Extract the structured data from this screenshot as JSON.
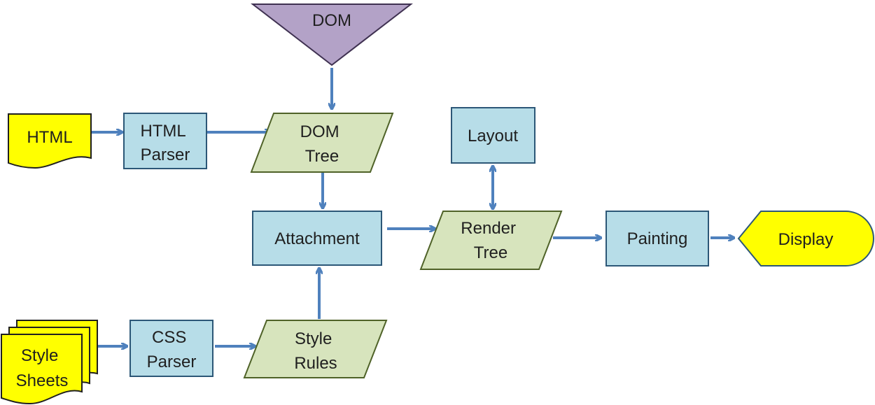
{
  "nodes": {
    "dom": {
      "lines": [
        "DOM"
      ],
      "shape": "inverted-triangle",
      "fill": "#b3a2c7"
    },
    "html": {
      "lines": [
        "HTML"
      ],
      "shape": "document",
      "fill": "#ffff00"
    },
    "html_parser": {
      "lines": [
        "HTML",
        "Parser"
      ],
      "shape": "rectangle",
      "fill": "#b7dde8"
    },
    "dom_tree": {
      "lines": [
        "DOM",
        "Tree"
      ],
      "shape": "parallelogram",
      "fill": "#d7e4bd"
    },
    "layout": {
      "lines": [
        "Layout"
      ],
      "shape": "rectangle",
      "fill": "#b7dde8"
    },
    "attachment": {
      "lines": [
        "Attachment"
      ],
      "shape": "rectangle",
      "fill": "#b7dde8"
    },
    "render_tree": {
      "lines": [
        "Render",
        "Tree"
      ],
      "shape": "parallelogram",
      "fill": "#d7e4bd"
    },
    "painting": {
      "lines": [
        "Painting"
      ],
      "shape": "rectangle",
      "fill": "#b7dde8"
    },
    "display": {
      "lines": [
        "Display"
      ],
      "shape": "display",
      "fill": "#ffff00"
    },
    "style_sheets": {
      "lines": [
        "Style",
        "Sheets"
      ],
      "shape": "multi-document",
      "fill": "#ffff00"
    },
    "css_parser": {
      "lines": [
        "CSS",
        "Parser"
      ],
      "shape": "rectangle",
      "fill": "#b7dde8"
    },
    "style_rules": {
      "lines": [
        "Style",
        "Rules"
      ],
      "shape": "parallelogram",
      "fill": "#d7e4bd"
    }
  },
  "edges": [
    {
      "from": "dom",
      "to": "dom_tree"
    },
    {
      "from": "html",
      "to": "html_parser"
    },
    {
      "from": "html_parser",
      "to": "dom_tree"
    },
    {
      "from": "dom_tree",
      "to": "attachment"
    },
    {
      "from": "style_sheets",
      "to": "css_parser"
    },
    {
      "from": "css_parser",
      "to": "style_rules"
    },
    {
      "from": "style_rules",
      "to": "attachment"
    },
    {
      "from": "attachment",
      "to": "render_tree"
    },
    {
      "from": "render_tree",
      "to": "layout",
      "bidirectional": true
    },
    {
      "from": "render_tree",
      "to": "painting"
    },
    {
      "from": "painting",
      "to": "display"
    }
  ],
  "colors": {
    "edge": "#4f81bd",
    "outline": "#2c5777",
    "text": "#1f1f1f"
  }
}
